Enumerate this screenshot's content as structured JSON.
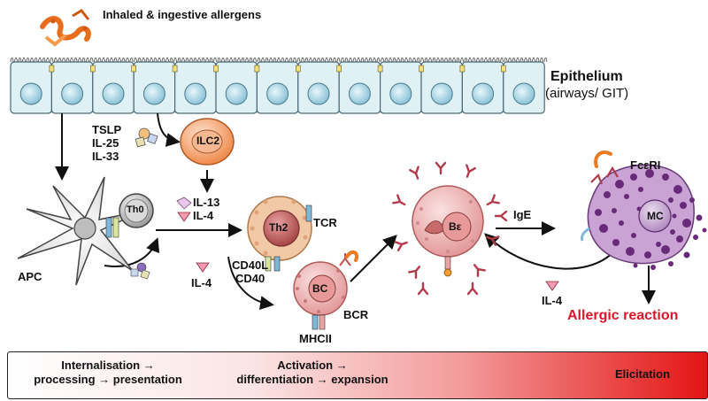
{
  "labels": {
    "allergens": "Inhaled & ingestive\nallergens",
    "epithelium": "Epithelium",
    "epithelium_sub": "(airways/ GIT)",
    "cytokines_epi": "TSLP\nIL-25\nIL-33",
    "ilc2": "ILC2",
    "th0": "Th0",
    "apc": "APC",
    "il13_il4": "IL-13\nIL-4",
    "th2": "Th2",
    "tcr": "TCR",
    "cd40l_cd40": "CD40L\nCD40",
    "il4_left": "IL-4",
    "bc": "BC",
    "bcr": "BCR",
    "mhcii": "MHCII",
    "b_epsilon": "Bε",
    "ige": "IgE",
    "fc_receptor": "FcεRI",
    "mc": "MC",
    "il4_right": "IL-4",
    "allergic_reaction": "Allergic reaction"
  },
  "stages": {
    "stage1": "Internalisation →\nprocessing → presentation",
    "stage2": "Activation →\ndifferentiation → expansion",
    "stage3": "Elicitation"
  },
  "colors": {
    "epithelium_fill": "#dff1f5",
    "nucleus": "#9fcfe0",
    "ilc2": "#f5a878",
    "th2": "#c06060",
    "bcell": "#f0bcbc",
    "mast_cell": "#9b5ba8",
    "reaction_red": "#d7182a",
    "allergen_orange": "#f07a20"
  }
}
